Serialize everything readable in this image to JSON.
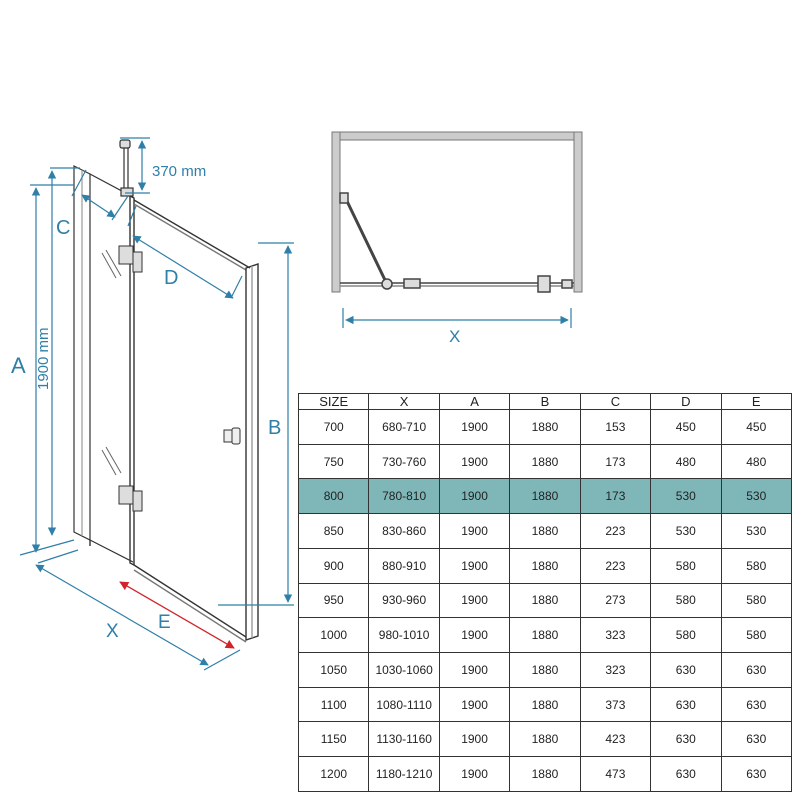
{
  "colors": {
    "dimension": "#2f7fa8",
    "e_dimension": "#d2232a",
    "highlight_row": "#7fb7b9",
    "frame": "#888888"
  },
  "front_view": {
    "label_a": "A",
    "label_a_value": "1900 mm",
    "label_b": "B",
    "label_c": "C",
    "label_d": "D",
    "label_e": "E",
    "label_x": "X",
    "bar_value": "370 mm"
  },
  "top_view": {
    "label_x": "X"
  },
  "table": {
    "headers": [
      "SIZE",
      "X",
      "A",
      "B",
      "C",
      "D",
      "E"
    ],
    "highlight_index": 2,
    "rows": [
      [
        "700",
        "680-710",
        "1900",
        "1880",
        "153",
        "450",
        "450"
      ],
      [
        "750",
        "730-760",
        "1900",
        "1880",
        "173",
        "480",
        "480"
      ],
      [
        "800",
        "780-810",
        "1900",
        "1880",
        "173",
        "530",
        "530"
      ],
      [
        "850",
        "830-860",
        "1900",
        "1880",
        "223",
        "530",
        "530"
      ],
      [
        "900",
        "880-910",
        "1900",
        "1880",
        "223",
        "580",
        "580"
      ],
      [
        "950",
        "930-960",
        "1900",
        "1880",
        "273",
        "580",
        "580"
      ],
      [
        "1000",
        "980-1010",
        "1900",
        "1880",
        "323",
        "580",
        "580"
      ],
      [
        "1050",
        "1030-1060",
        "1900",
        "1880",
        "323",
        "630",
        "630"
      ],
      [
        "1100",
        "1080-1110",
        "1900",
        "1880",
        "373",
        "630",
        "630"
      ],
      [
        "1150",
        "1130-1160",
        "1900",
        "1880",
        "423",
        "630",
        "630"
      ],
      [
        "1200",
        "1180-1210",
        "1900",
        "1880",
        "473",
        "630",
        "630"
      ]
    ]
  }
}
